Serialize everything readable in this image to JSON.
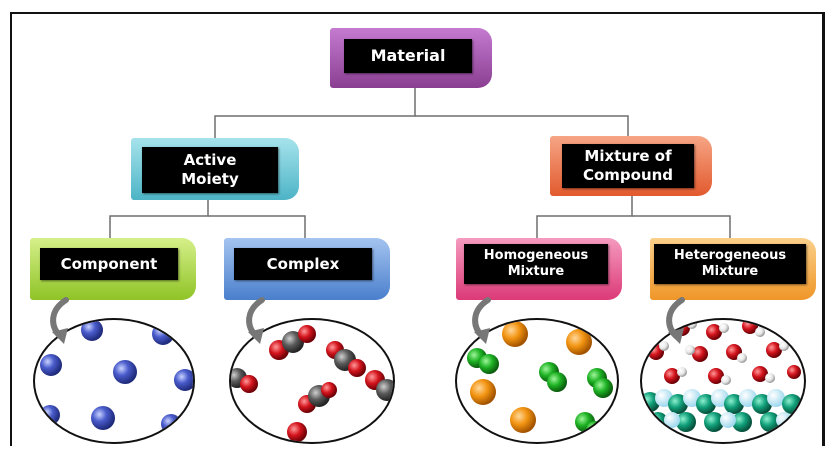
{
  "diagram": {
    "root": {
      "label": "Material",
      "color": "#a04aa8"
    },
    "branches": [
      {
        "label": "Active\nMoiety",
        "color": "#63c6d6",
        "children": [
          {
            "label": "Component",
            "color": "#a8d63e"
          },
          {
            "label": "Complex",
            "color": "#5a8fd6"
          }
        ]
      },
      {
        "label": "Mixture of\nCompound",
        "color": "#ef7446",
        "children": [
          {
            "label": "Homogeneous\nMixture",
            "color": "#e94f8a"
          },
          {
            "label": "Heterogeneous\nMixture",
            "color": "#f5a83a"
          }
        ]
      }
    ]
  }
}
